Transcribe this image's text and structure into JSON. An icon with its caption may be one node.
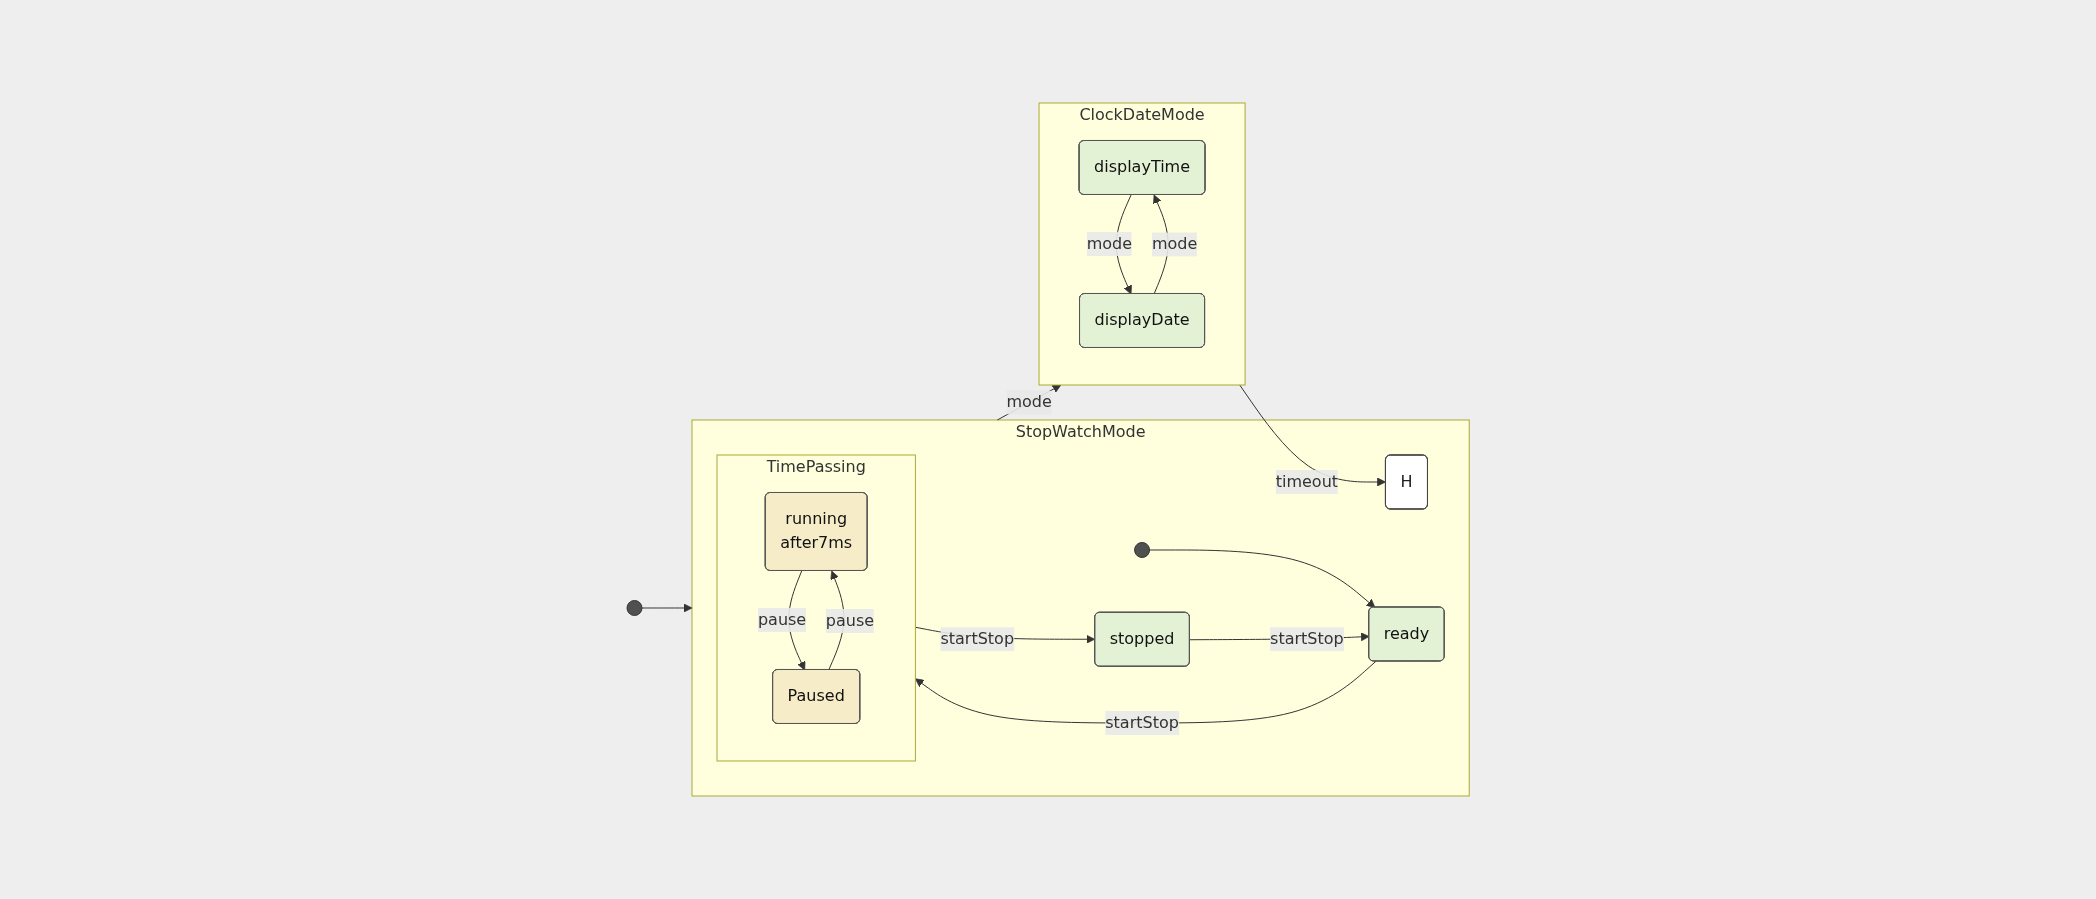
{
  "diagram": {
    "nodes": [
      {
        "text": [],
        "shape": "circle"
      },
      {
        "text": [
          "StopWatchMode"
        ]
      },
      {
        "text": [],
        "shape": "circle",
        "in": 1
      },
      {
        "text": [
          "H"
        ],
        "in": 1
      },
      {
        "text": [
          "ready"
        ],
        "in": 1
      },
      {
        "text": [
          "stopped"
        ],
        "in": 1
      },
      {
        "text": [
          "TimePassing"
        ],
        "in": 1
      },
      {
        "text": [
          "running",
          "after7ms"
        ],
        "in": 6
      },
      {
        "text": [
          "Paused"
        ],
        "in": 6
      },
      {
        "text": [
          "ClockDateMode"
        ]
      },
      {
        "text": [
          "displayTime"
        ],
        "in": 9
      },
      {
        "text": [
          "displayDate"
        ],
        "in": 9
      }
    ],
    "edges": [
      {
        "from": 0,
        "to": 1,
        "arrow": "to"
      },
      {
        "from": 2,
        "to": 4,
        "arrow": "to"
      },
      {
        "from": 5,
        "to": 4,
        "label": "startStop",
        "arrow": "to"
      },
      {
        "from": 4,
        "to": 6,
        "label": "startStop",
        "arrow": "to"
      },
      {
        "from": 6,
        "to": 5,
        "label": "startStop",
        "arrow": "to"
      },
      {
        "from": 7,
        "to": 8,
        "label": "pause",
        "arrow": "to"
      },
      {
        "from": 8,
        "to": 7,
        "label": "pause",
        "arrow": "to"
      },
      {
        "from": 9,
        "to": 3,
        "label": "timeout",
        "arrow": "to"
      },
      {
        "from": 1,
        "to": 9,
        "label": "mode",
        "arrow": "to"
      },
      {
        "from": 10,
        "to": 11,
        "label": "mode",
        "arrow": "to"
      },
      {
        "from": 11,
        "to": 10,
        "label": "mode",
        "arrow": "to"
      }
    ]
  }
}
